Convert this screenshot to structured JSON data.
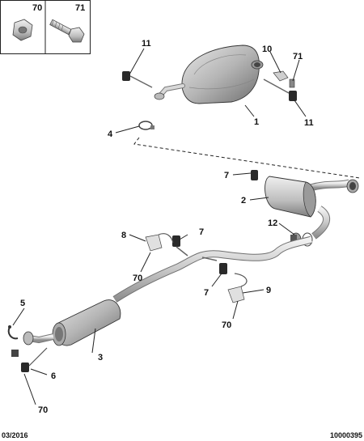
{
  "inset": {
    "left_label": "70",
    "right_label": "71"
  },
  "callouts": {
    "c1": "1",
    "c2": "2",
    "c3": "3",
    "c4": "4",
    "c5": "5",
    "c6": "6",
    "c7a": "7",
    "c7b": "7",
    "c7c": "7",
    "c8": "8",
    "c9": "9",
    "c10": "10",
    "c11a": "11",
    "c11b": "11",
    "c12": "12",
    "c70a": "70",
    "c70b": "70",
    "c70c": "70",
    "c71": "71"
  },
  "footer": {
    "date": "03/2016",
    "code": "10000395"
  },
  "colors": {
    "pipe": "#d6d6d6",
    "pipe_dark": "#9a9a9a",
    "rubber": "#2a2a2a",
    "outline": "#333333"
  }
}
